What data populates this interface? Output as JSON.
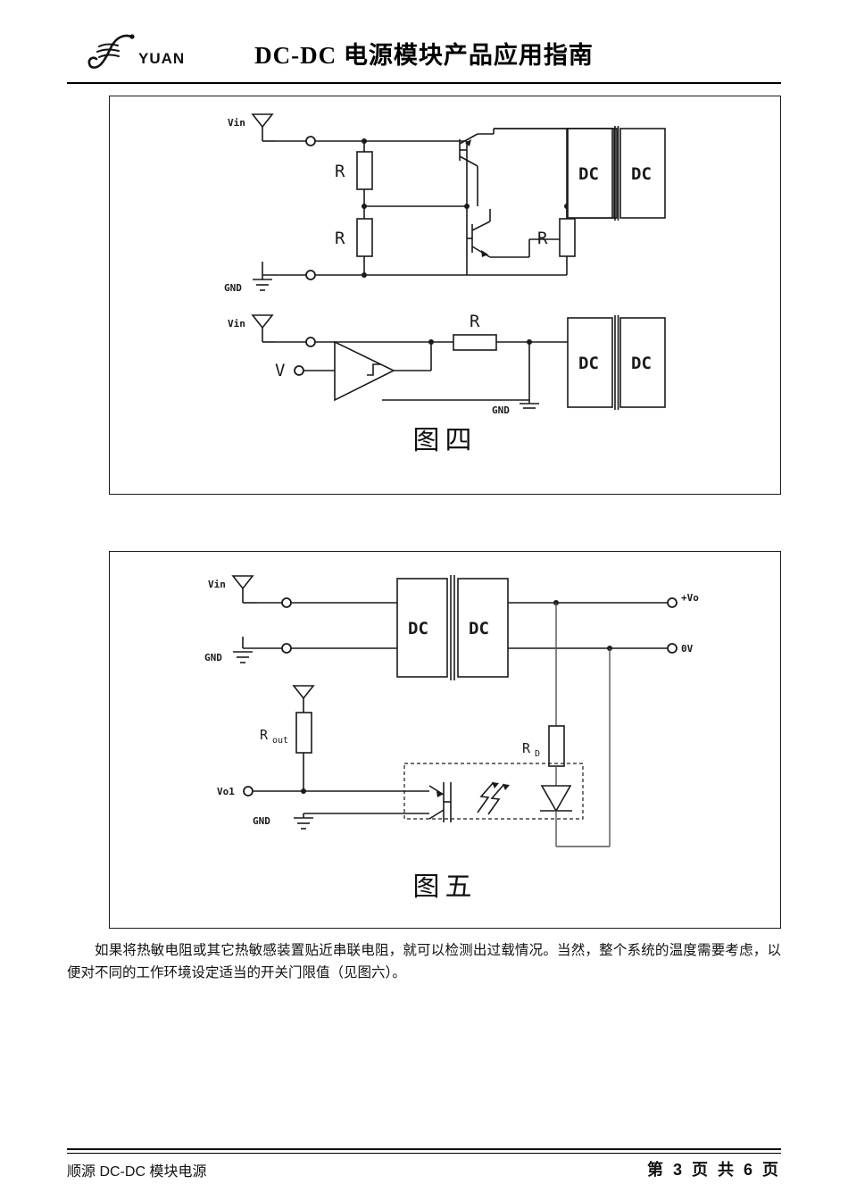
{
  "header": {
    "logo_text": "YUAN",
    "logo_icon": "yuan-swoosh-logo",
    "title": "DC-DC 电源模块产品应用指南"
  },
  "figure4": {
    "caption": "图四",
    "circuit_top": {
      "input_label": "Vin",
      "ground_label": "GND",
      "resistors": [
        "R",
        "R",
        "R"
      ],
      "module_left_label": "DC",
      "module_right_label": "DC",
      "components": [
        "pnp-transistor",
        "npn-transistor",
        "dc-dc-module"
      ]
    },
    "circuit_bottom": {
      "input_label": "Vin",
      "ground_label": "GND",
      "comparator_input_label": "V",
      "resistor_label": "R",
      "module_left_label": "DC",
      "module_right_label": "DC",
      "components": [
        "schmitt-trigger",
        "resistor",
        "dc-dc-module"
      ]
    }
  },
  "figure5": {
    "caption": "图五",
    "input_label": "Vin",
    "ground_label": "GND",
    "module_left_label": "DC",
    "module_right_label": "DC",
    "output_positive_label": "+Vo",
    "output_zero_label": "0V",
    "resistor_out_label": "Rout",
    "resistor_out_sub": "out",
    "resistor_d_label": "RD",
    "resistor_d_sub": "D",
    "sense_terminal_label": "Vo1",
    "opto_ground_label": "GND",
    "components": [
      "dc-dc-module",
      "resistor-rout",
      "resistor-rd",
      "optocoupler",
      "phototransistor",
      "led"
    ]
  },
  "body": {
    "paragraph": "如果将热敏电阻或其它热敏感装置贴近串联电阻，就可以检测出过载情况。当然，整个系统的温度需要考虑，以便对不同的工作环境设定适当的开关门限值（见图六）。"
  },
  "footer": {
    "left_text": "顺源 DC-DC 模块电源",
    "right_text": "第 3 页 共 6 页"
  }
}
